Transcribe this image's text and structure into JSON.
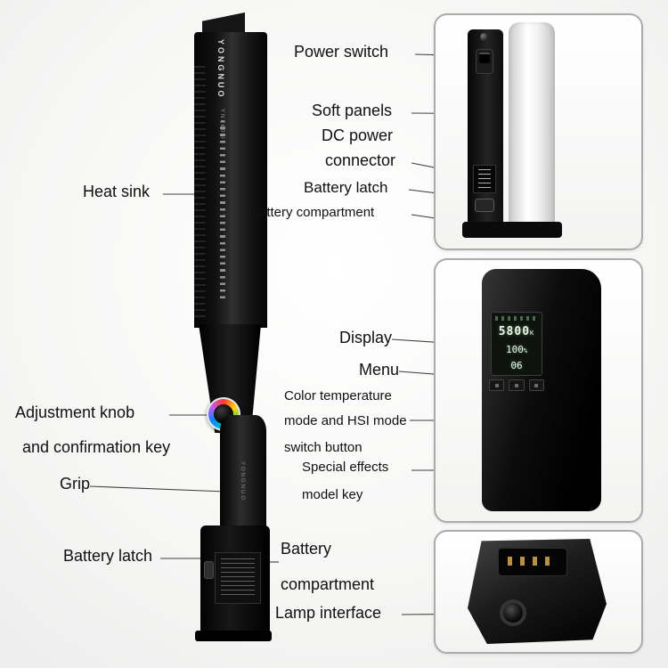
{
  "callouts": {
    "power_switch": "Power switch",
    "soft_panels": "Soft panels",
    "dc_power_1": "DC power",
    "dc_power_2": "connector",
    "battery_latch_top": "Battery latch",
    "battery_compartment_top": "Battery compartment",
    "heat_sink": "Heat sink",
    "display": "Display",
    "menu": "Menu",
    "ct_mode_1": "Color temperature",
    "ct_mode_2": "mode and HSI mode",
    "ct_mode_3": "switch button",
    "special_effects_1": "Special effects",
    "special_effects_2": "model key",
    "adjustment_knob_1": "Adjustment knob",
    "adjustment_knob_2": "and confirmation key",
    "grip": "Grip",
    "battery_latch_bottom": "Battery latch",
    "battery_compartment_bottom_1": "Battery",
    "battery_compartment_bottom_2": "compartment",
    "lamp_interface": "Lamp interface"
  },
  "stick": {
    "brand_vertical": "YONGNUO",
    "model_vertical": "YN360III",
    "grip_brand": "YONGNUO"
  },
  "display": {
    "color_temp_value": "5800",
    "color_temp_unit": "K",
    "brightness_value": "100",
    "brightness_unit": "%",
    "effect_value": "06"
  },
  "colors": {
    "display_text": "#e9f5ea",
    "display_bg": "#0e130e",
    "label_text": "#101010",
    "panel_border": "#ababab"
  }
}
